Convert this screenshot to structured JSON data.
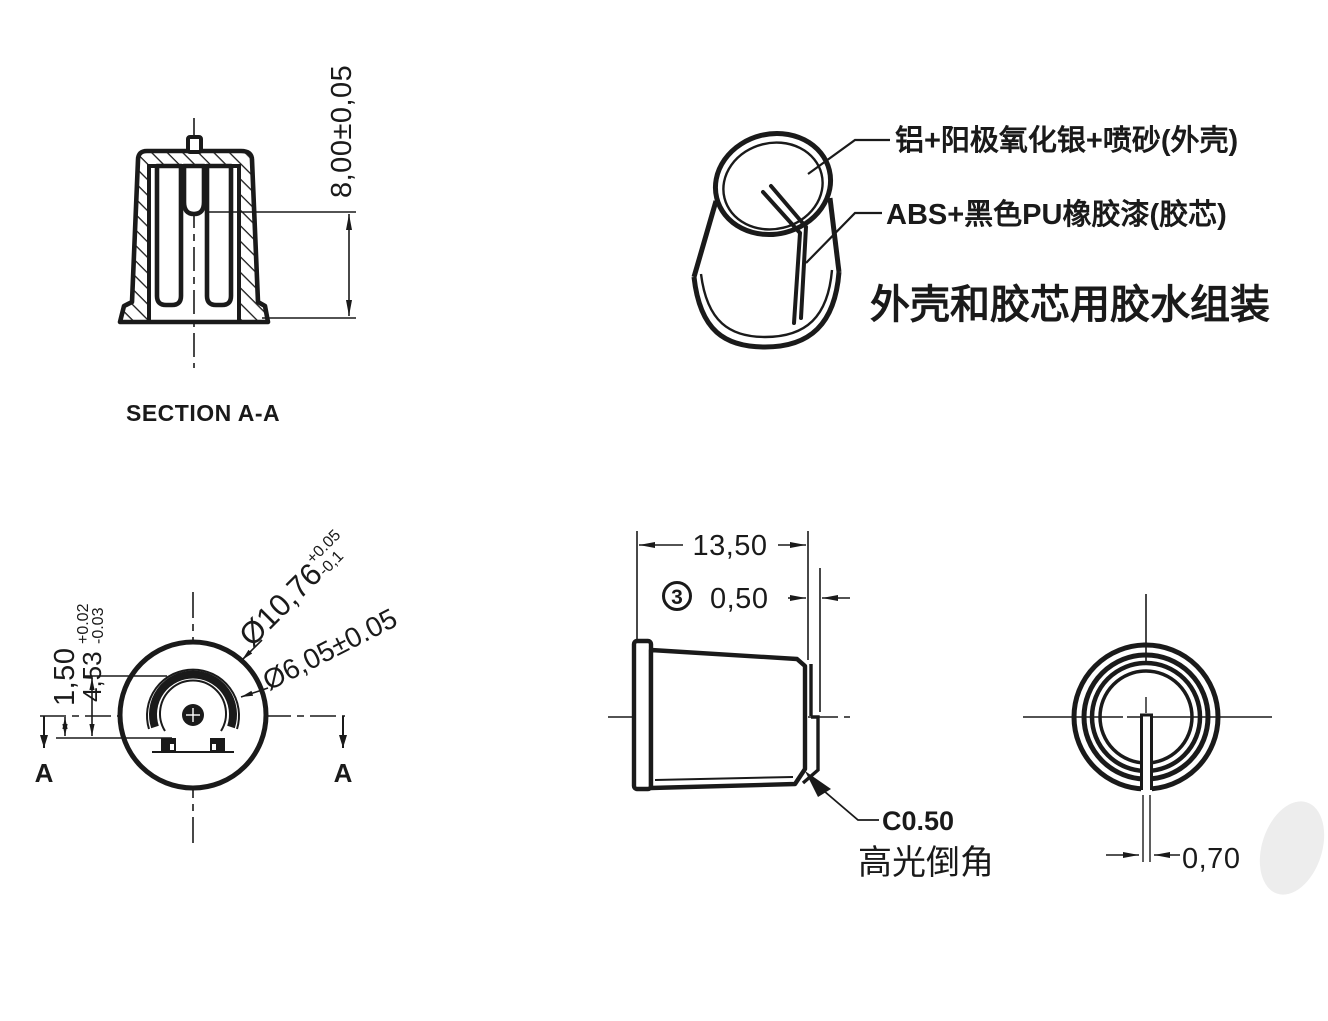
{
  "colors": {
    "ink": "#1a1a1a",
    "chamfer_blue": "#2e3192",
    "smudge_gray": "#ededed"
  },
  "section_view": {
    "caption": "SECTION A-A",
    "height_dim": "8,00±0,05"
  },
  "iso_view": {
    "shell_label": "铝+阳极氧化银+喷砂(外壳)",
    "core_label": "ABS+黑色PU橡胶漆(胶芯)",
    "assembly_note": "外壳和胶芯用胶水组装"
  },
  "bottom_view": {
    "outer_dia": "Ø10,76",
    "outer_dia_tol_upper": "+0.05",
    "outer_dia_tol_lower": "-0,1",
    "inner_dia": "Ø6,05±0.05",
    "flat_depth": "4,53",
    "flat_depth_tol_upper": "+0.02",
    "flat_depth_tol_lower": "-0.03",
    "flat_offset": "1,50",
    "section_arrow_left": "A",
    "section_arrow_right": "A"
  },
  "side_view": {
    "length_dim": "13,50",
    "balloon": "3",
    "chamfer_len_dim": "0,50",
    "chamfer_note": "C0.50",
    "chamfer_note_cn": "高光倒角"
  },
  "top_view": {
    "slot_width_dim": "0,70"
  }
}
